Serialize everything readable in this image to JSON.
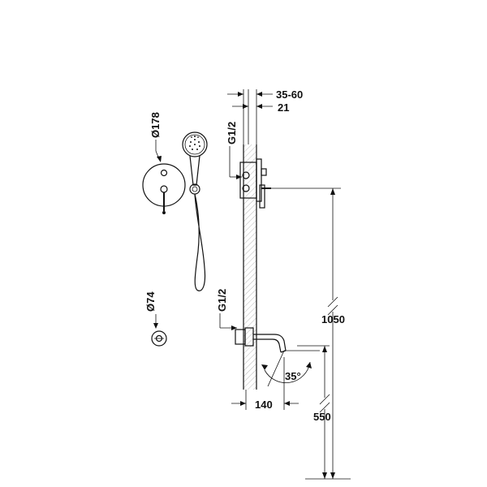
{
  "labels": {
    "dia_mixer": "Ø178",
    "dia_spout_plate": "Ø74",
    "thread_top": "G1/2",
    "thread_bottom": "G1/2",
    "depth_range": "35-60",
    "depth_fixed": "21",
    "height_total": "1050",
    "height_spout": "550",
    "spout_projection": "140",
    "spout_angle": "35°"
  }
}
